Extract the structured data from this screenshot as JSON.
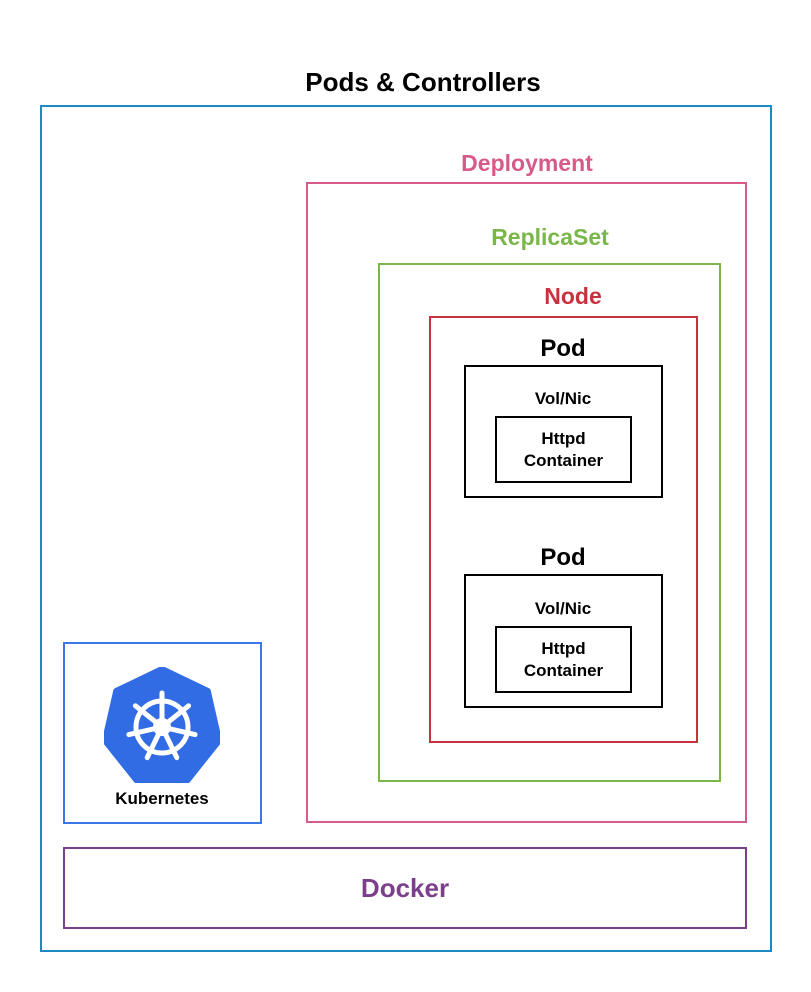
{
  "title": "Pods & Controllers",
  "deployment": {
    "label": "Deployment",
    "color": "#d75b8a"
  },
  "replicaset": {
    "label": "ReplicaSet",
    "color": "#7ab648"
  },
  "node": {
    "label": "Node",
    "color": "#c8313e"
  },
  "outer_frame": {
    "color": "#1f8ac0"
  },
  "pods": [
    {
      "label": "Pod",
      "vol_nic": "Vol/Nic",
      "container_line1": "Httpd",
      "container_line2": "Container"
    },
    {
      "label": "Pod",
      "vol_nic": "Vol/Nic",
      "container_line1": "Httpd",
      "container_line2": "Container"
    }
  ],
  "kubernetes": {
    "label": "Kubernetes",
    "border_color": "#3b78e7",
    "logo_color": "#326ce5",
    "logo_icon": "helm-wheel-icon"
  },
  "docker": {
    "label": "Docker",
    "color": "#7b3f8c"
  }
}
